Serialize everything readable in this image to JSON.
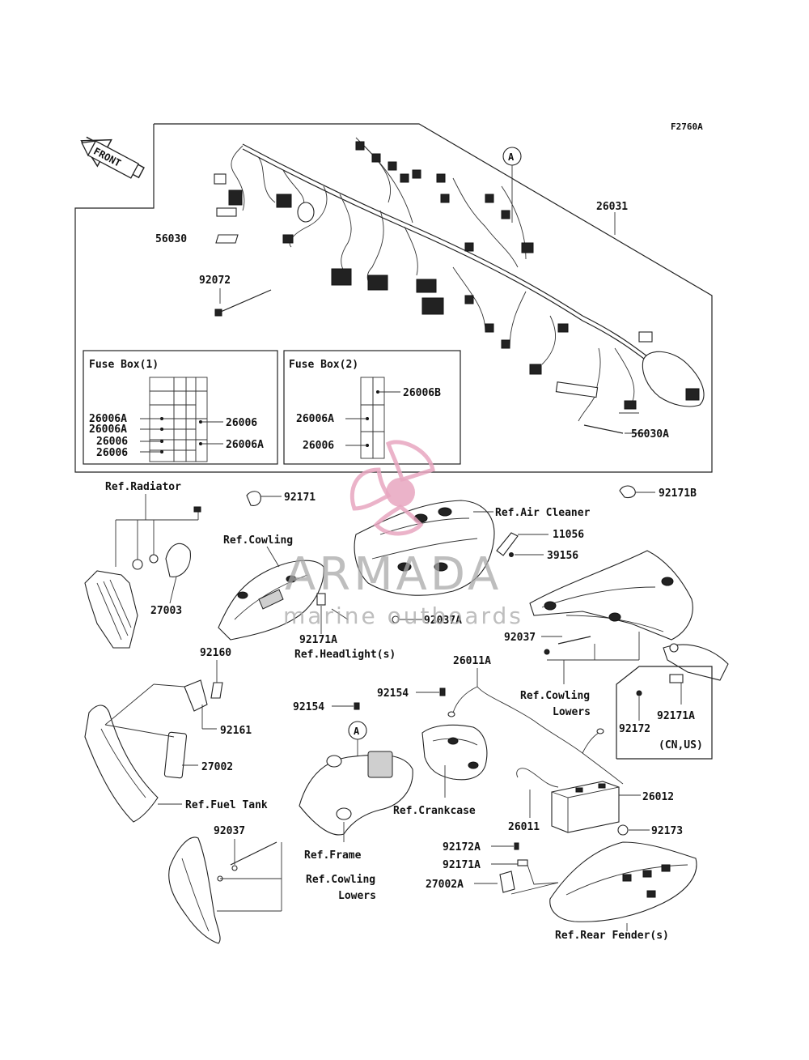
{
  "figure_code": "F2760A",
  "front_arrow": "FRONT",
  "callout_a": "A",
  "watermark": {
    "brand": "ARMADA",
    "tagline": "marine outboards",
    "logo": "pink-propeller-logo"
  },
  "fuse_box_1": {
    "title": "Fuse Box(1)",
    "left_labels": [
      "26006A",
      "26006A",
      "26006",
      "26006"
    ],
    "right_labels": [
      "26006",
      "26006A"
    ]
  },
  "fuse_box_2": {
    "title": "Fuse Box(2)",
    "labels": [
      "26006B",
      "26006A",
      "26006"
    ]
  },
  "labels": {
    "p26031": "26031",
    "p56030": "56030",
    "p92072": "92072",
    "p56030A": "56030A",
    "ref_radiator": "Ref.Radiator",
    "p92171": "92171",
    "p92171B": "92171B",
    "ref_air_cleaner": "Ref.Air Cleaner",
    "p11056": "11056",
    "p39156": "39156",
    "ref_cowling": "Ref.Cowling",
    "p27003": "27003",
    "p92037A": "92037A",
    "p92171A_1": "92171A",
    "ref_headlights": "Ref.Headlight(s)",
    "p92037_1": "92037",
    "p26011A": "26011A",
    "p92160": "92160",
    "p92154_1": "92154",
    "p92154_2": "92154",
    "ref_cowling_lowers_1": "Ref.Cowling",
    "ref_cowling_lowers_1b": "Lowers",
    "p92161": "92161",
    "p92172": "92172",
    "p92171A_2": "92171A",
    "cn_us": "(CN,US)",
    "p27002": "27002",
    "ref_fuel_tank": "Ref.Fuel Tank",
    "ref_crankcase": "Ref.Crankcase",
    "p26012": "26012",
    "p26011": "26011",
    "p92037_2": "92037",
    "ref_frame": "Ref.Frame",
    "p92172A": "92172A",
    "p92173": "92173",
    "p92171A_3": "92171A",
    "ref_cowling_lowers_2": "Ref.Cowling",
    "ref_cowling_lowers_2b": "Lowers",
    "p27002A": "27002A",
    "ref_rear_fender": "Ref.Rear Fender(s)"
  }
}
